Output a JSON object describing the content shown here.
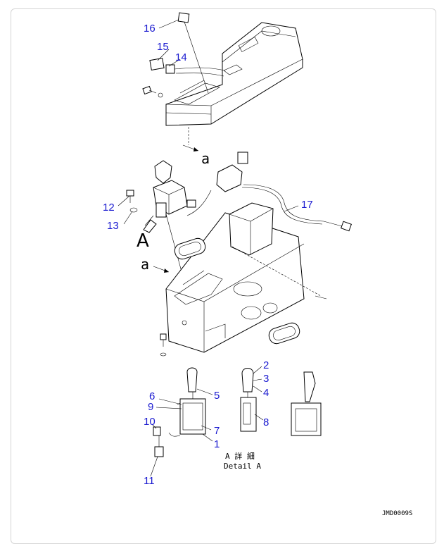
{
  "callouts": {
    "c1": "1",
    "c2": "2",
    "c3": "3",
    "c4": "4",
    "c5": "5",
    "c6": "6",
    "c7": "7",
    "c8": "8",
    "c9": "9",
    "c10": "10",
    "c11": "11",
    "c12": "12",
    "c13": "13",
    "c14": "14",
    "c15": "15",
    "c16": "16",
    "c17": "17"
  },
  "refs": {
    "a_top": "a",
    "a_mid": "a",
    "view_A": "A"
  },
  "detail": {
    "jp": "A 詳 細",
    "en": "Detail A"
  },
  "drawing_code": "JMD0009S",
  "colors": {
    "callout": "#1a1ad0",
    "line": "#000000",
    "frame": "#d4d4d4"
  }
}
